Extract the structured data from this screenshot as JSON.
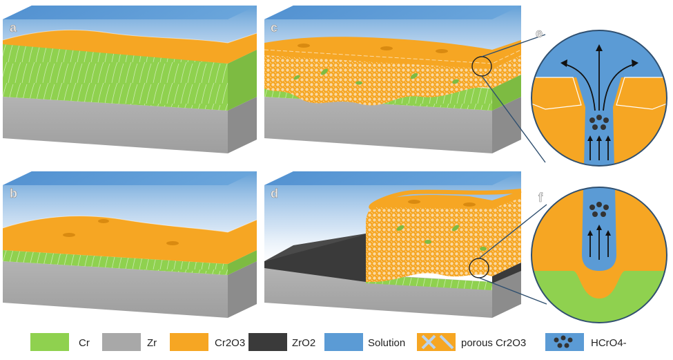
{
  "panels": {
    "a": "a",
    "b": "b",
    "c": "c",
    "d": "d",
    "e": "e",
    "f": "f"
  },
  "legend": {
    "items": [
      {
        "label": "Cr",
        "color": "#8fd14f"
      },
      {
        "label": "Zr",
        "color": "#a8a8a8"
      },
      {
        "label": "Cr2O3",
        "color": "#f6a623"
      },
      {
        "label": "ZrO2",
        "color": "#3a3a3a"
      },
      {
        "label": "Solution",
        "color": "#5b9bd5"
      },
      {
        "label": "porous Cr2O3",
        "color": "#f6a623"
      },
      {
        "label": "HCrO4-",
        "color": "#5b9bd5"
      }
    ]
  },
  "colors": {
    "cr": "#8fd14f",
    "zr": "#a8a8a8",
    "cr2o3": "#f6a623",
    "zro2": "#3a3a3a",
    "solution": "#5b9bd5",
    "ion": "#333333"
  }
}
